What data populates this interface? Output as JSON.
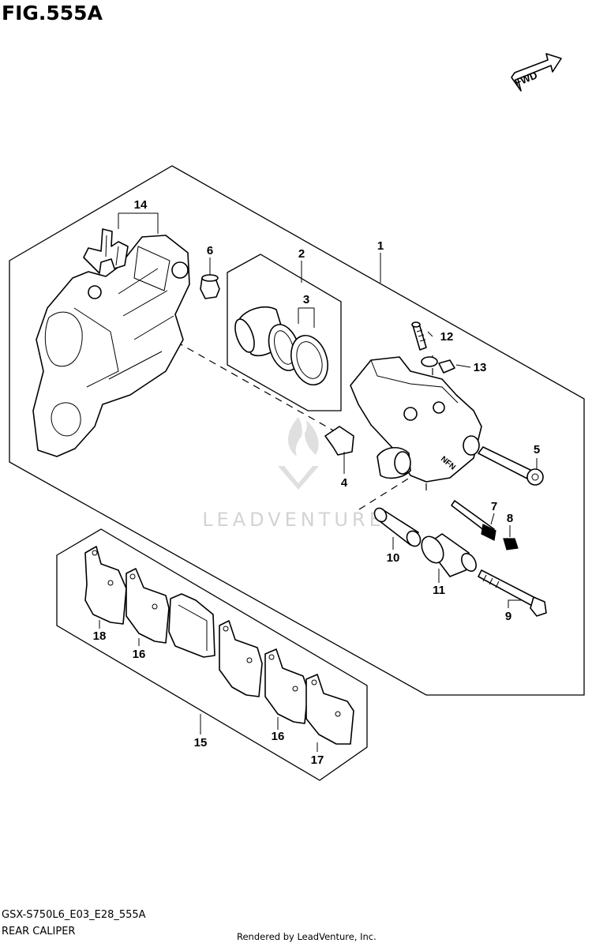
{
  "figure": {
    "title": "FIG.555A",
    "fwd_label": "FWD",
    "caliper_marking": "NFN"
  },
  "callouts": {
    "c1": "1",
    "c2": "2",
    "c3": "3",
    "c4": "4",
    "c5": "5",
    "c6": "6",
    "c7": "7",
    "c8": "8",
    "c9": "9",
    "c10": "10",
    "c11": "11",
    "c12": "12",
    "c13": "13",
    "c14": "14",
    "c15": "15",
    "c16a": "16",
    "c16b": "16",
    "c17": "17",
    "c18": "18"
  },
  "watermark": {
    "text": "LEADVENTURE"
  },
  "footer": {
    "model_code": "GSX-S750L6_E03_E28_555A",
    "section_name": "REAR CALIPER",
    "rendered_by": "Rendered by LeadVenture, Inc."
  }
}
